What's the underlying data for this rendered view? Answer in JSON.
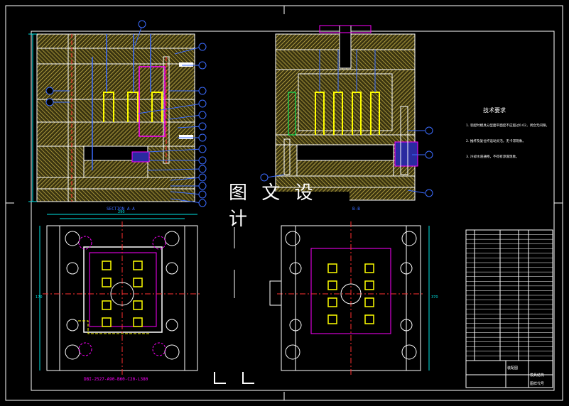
{
  "drawing": {
    "section_label_left": "SECTION A-A",
    "section_label_right": "B-B",
    "base_label": "DBI-2527-A90-B60-C20-L380",
    "top_dimension": "290",
    "bottom_dimension": "170",
    "side_dimension": "370",
    "watermark": "图 文 设 计"
  },
  "tech_requirements": {
    "title": "技术要求",
    "items": [
      "1. 装配时模具分型面平面度不应超过0.02，闭合无间隙。",
      "2. 推杆及复位杆运动灵活，无卡滞现象。",
      "3. 冷却水道通畅，不得有渗漏现象。"
    ]
  },
  "title_block": {
    "rows": 28,
    "label_1": "装配图",
    "label_2": "模具结构",
    "label_3": "图样代号"
  },
  "colors": {
    "background": "#000000",
    "outline": "#ffffff",
    "hatch": "#c9b34a",
    "dimension": "#00e5e5",
    "leader": "#3b6cff",
    "core": "#ffff00",
    "highlight": "#ff00ff",
    "center_line": "#ff3030",
    "cooling": "#00ff66"
  }
}
